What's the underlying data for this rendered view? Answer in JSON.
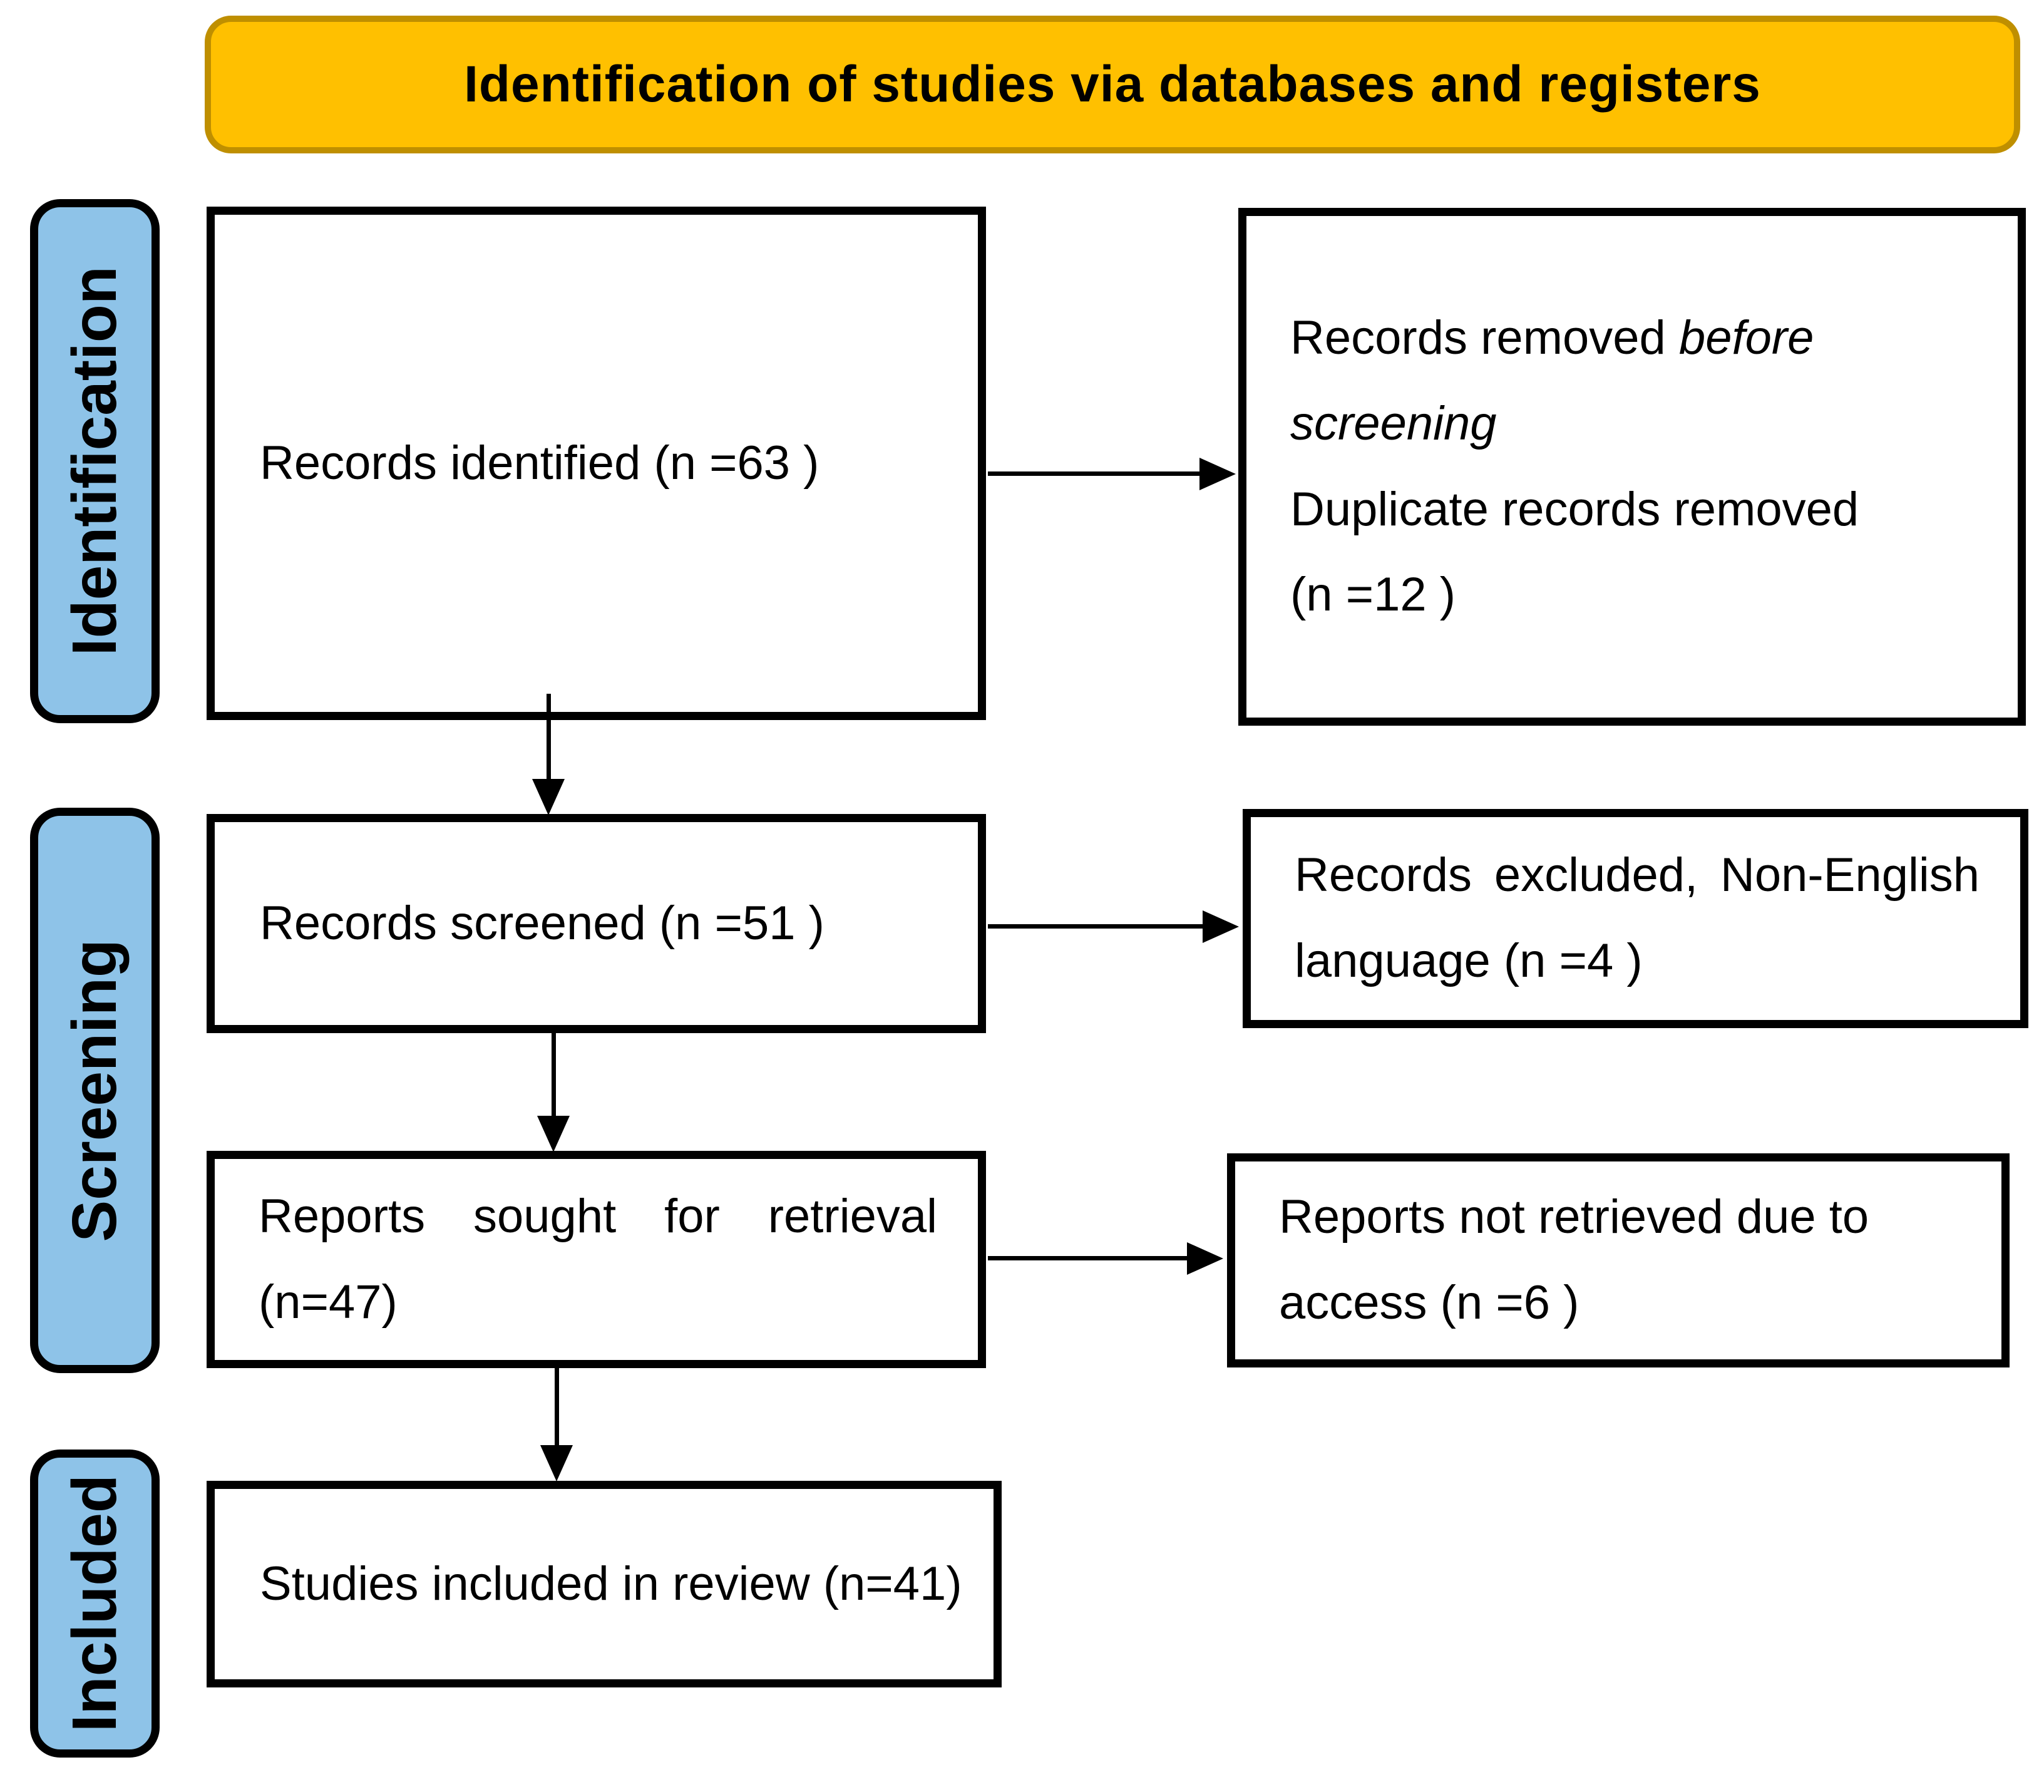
{
  "banner": {
    "title": "Identification of studies via databases and registers"
  },
  "stage_labels": {
    "identification": "Identification",
    "screening": "Screening",
    "included": "Included"
  },
  "boxes": {
    "records_identified": {
      "text": "Records identified (n =63 )"
    },
    "records_removed": {
      "line1_normal": "Records removed ",
      "line1_italic": "before",
      "line2_italic": "screening",
      "line3": "Duplicate records removed",
      "line4": "(n =12 )"
    },
    "records_screened": {
      "text": "Records screened (n =51 )"
    },
    "records_excluded": {
      "line1_words": [
        "Records",
        "excluded,",
        "Non-English"
      ],
      "line2": "language (n =4 )"
    },
    "reports_sought": {
      "line1_words": [
        "Reports",
        "sought",
        "for",
        "retrieval"
      ],
      "line2": "(n=47)"
    },
    "reports_not_retrieved": {
      "line1": "Reports not retrieved due to",
      "line2": "access (n =6 )"
    },
    "studies_included": {
      "text": "Studies included in review (n=41)"
    }
  },
  "colors": {
    "banner_fill": "#FFC000",
    "banner_border": "#BF8F00",
    "stage_fill": "#8EC3E8",
    "box_border": "#000000",
    "arrow": "#000000"
  }
}
